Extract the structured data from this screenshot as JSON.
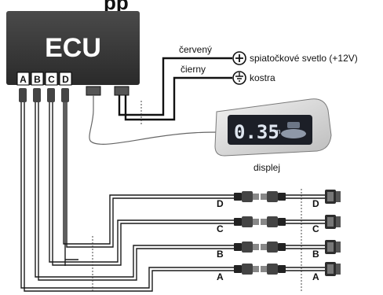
{
  "diagram": {
    "title_fragment": "pp",
    "ecu": {
      "label": "ECU",
      "ports": [
        "A",
        "B",
        "C",
        "D"
      ]
    },
    "power": {
      "red_wire_label": "červený",
      "black_wire_label": "čierny",
      "reverse_light_label": "spiatočkové svetlo (+12V)",
      "ground_label": "kostra"
    },
    "display": {
      "caption": "displej",
      "readout": "0.35",
      "unit": "m"
    },
    "sensors": [
      {
        "id": "D",
        "label_left": "D",
        "label_right": "D"
      },
      {
        "id": "C",
        "label_left": "C",
        "label_right": "C"
      },
      {
        "id": "B",
        "label_left": "B",
        "label_right": "B"
      },
      {
        "id": "A",
        "label_left": "A",
        "label_right": "A"
      }
    ],
    "colors": {
      "ecu_body": "#3b3b3b",
      "display_screen": "#1c1f27",
      "display_digits": "#dfe6f0"
    }
  }
}
